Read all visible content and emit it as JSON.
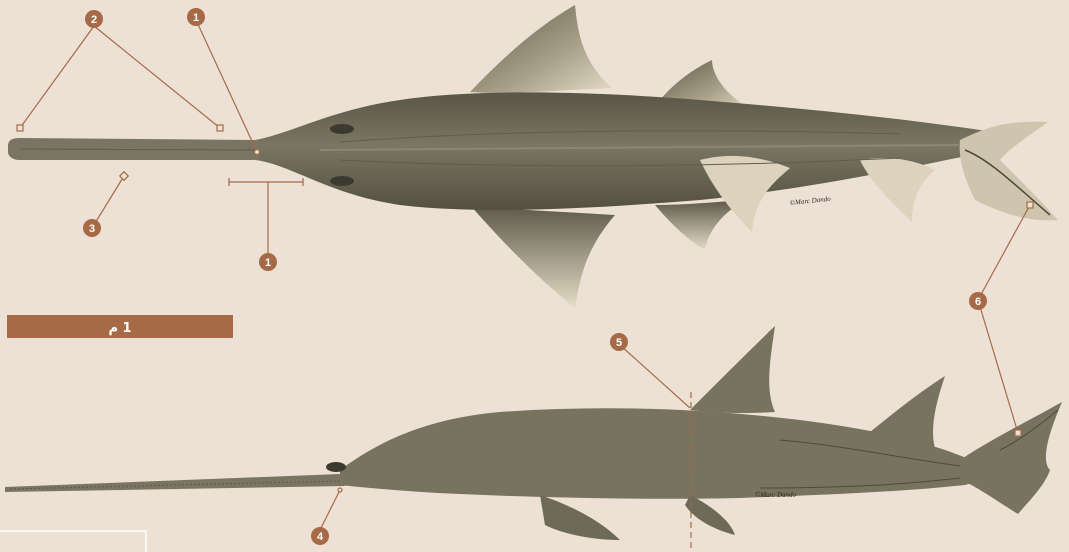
{
  "colors": {
    "background": "#ede1d6",
    "accent": "#a66a47",
    "body": "#6e6a58",
    "body_dark": "#4d4a3c",
    "fin_light": "#ddd3bd",
    "side_body": "#77735f"
  },
  "scale_bar": {
    "label": "1 م"
  },
  "credits": {
    "top": "©Marc Dando",
    "side": "©Marc Dando"
  },
  "callouts": [
    {
      "id": "1a",
      "number": "1"
    },
    {
      "id": "1b",
      "number": "1"
    },
    {
      "id": "2",
      "number": "2"
    },
    {
      "id": "3",
      "number": "3"
    },
    {
      "id": "4",
      "number": "4"
    },
    {
      "id": "5",
      "number": "5"
    },
    {
      "id": "6",
      "number": "6"
    }
  ]
}
